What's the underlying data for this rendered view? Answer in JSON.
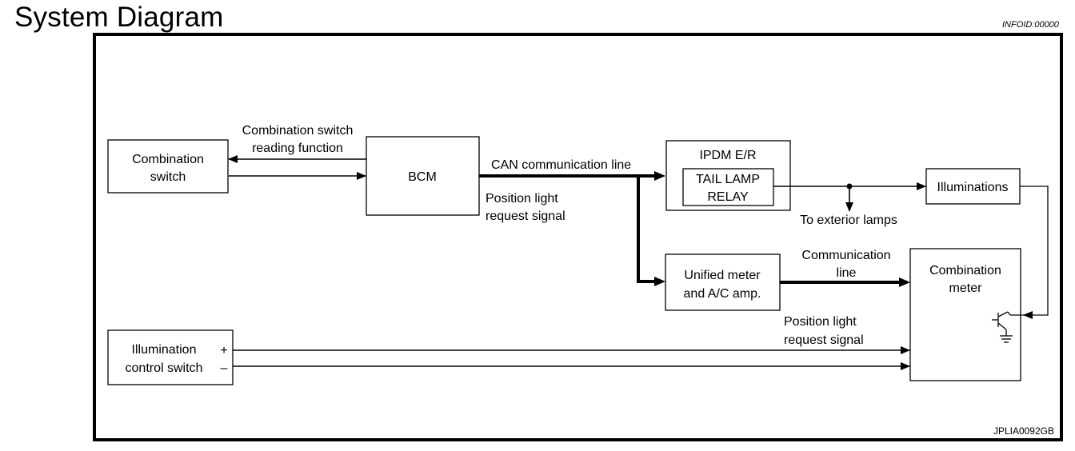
{
  "header": {
    "title": "System Diagram",
    "info_id": "INFOID:00000"
  },
  "blocks": {
    "combination_switch": [
      "Combination",
      "switch"
    ],
    "bcm": "BCM",
    "ipdm": "IPDM E/R",
    "tail_lamp_relay": [
      "TAIL LAMP",
      "RELAY"
    ],
    "illuminations": "Illuminations",
    "unified_meter": [
      "Unified meter",
      "and A/C amp."
    ],
    "combination_meter": [
      "Combination",
      "meter"
    ],
    "illumination_control_switch": [
      "Illumination",
      "control switch"
    ]
  },
  "labels": {
    "switch_reading": [
      "Combination switch",
      "reading function"
    ],
    "can_line": "CAN communication line",
    "position_request_1": [
      "Position light",
      "request signal"
    ],
    "to_exterior": "To exterior lamps",
    "communication_line": [
      "Communication",
      "line"
    ],
    "position_request_2": [
      "Position light",
      "request signal"
    ],
    "plus": "+",
    "minus": "–",
    "figure_code": "JPLIA0092GB"
  }
}
